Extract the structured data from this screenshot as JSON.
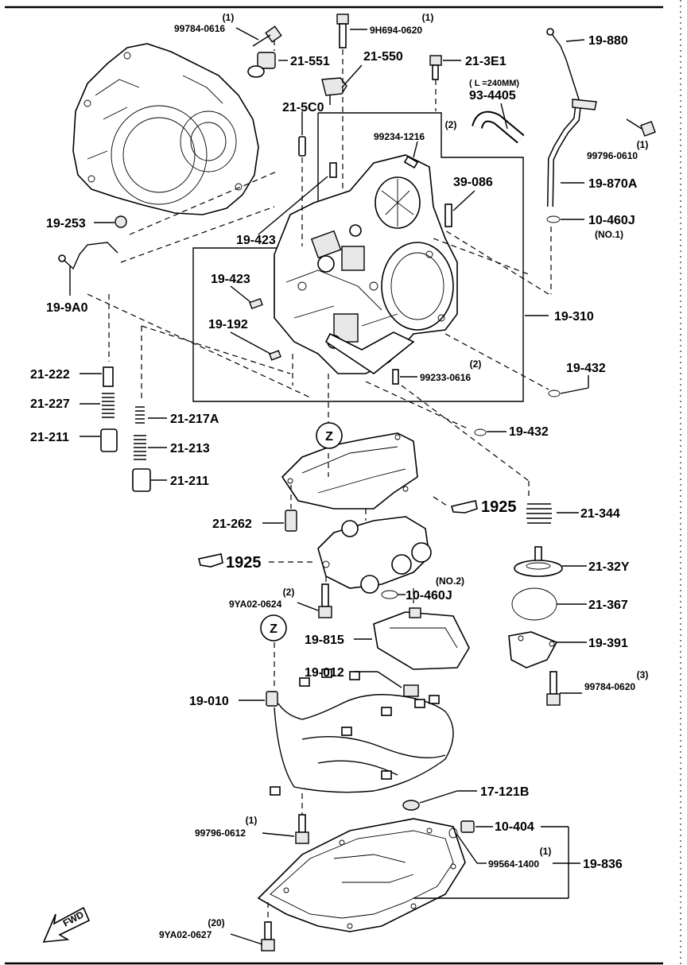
{
  "labels": {
    "l_99784_0616_qty": "(1)",
    "l_99784_0616": "99784-0616",
    "l_9h694_qty": "(1)",
    "l_9h694": "9H694-0620",
    "l_19_880": "19-880",
    "l_21_551": "21-551",
    "l_21_550": "21-550",
    "l_21_3e1": "21-3E1",
    "l_240mm": "( L =240MM)",
    "l_93_4405": "93-4405",
    "l_21_5c0": "21-5C0",
    "l_99234_qty": "(2)",
    "l_99234": "99234-1216",
    "l_99796_0610": "99796-0610",
    "l_99796_0610_qty": "(1)",
    "l_39_086": "39-086",
    "l_19_870a": "19-870A",
    "l_19_253": "19-253",
    "l_10_460j_a": "10-460J",
    "l_no1": "(NO.1)",
    "l_19_423_a": "19-423",
    "l_19_9a0": "19-9A0",
    "l_19_423_b": "19-423",
    "l_19_310": "19-310",
    "l_19_192": "19-192",
    "l_21_222": "21-222",
    "l_19_432_a": "19-432",
    "l_99233_qty": "(2)",
    "l_99233": "99233-0616",
    "l_21_227": "21-227",
    "l_21_217a": "21-217A",
    "l_21_211_a": "21-211",
    "l_19_432_b": "19-432",
    "l_z_a": "Z",
    "l_21_213": "21-213",
    "l_21_211_b": "21-211",
    "l_1925_a": "1925",
    "l_21_344": "21-344",
    "l_21_262": "21-262",
    "l_1925_b": "1925",
    "l_21_32y": "21-32Y",
    "l_no2": "(NO.2)",
    "l_10_460j_b": "10-460J",
    "l_9ya02_0624_qty": "(2)",
    "l_9ya02_0624": "9YA02-0624",
    "l_21_367": "21-367",
    "l_19_815": "19-815",
    "l_19_391": "19-391",
    "l_19_012": "19-012",
    "l_99784_0620_qty": "(3)",
    "l_99784_0620": "99784-0620",
    "l_z_b": "Z",
    "l_19_010": "19-010",
    "l_17_121b": "17-121B",
    "l_99796_0612_qty": "(1)",
    "l_99796_0612": "99796-0612",
    "l_10_404": "10-404",
    "l_99564_qty": "(1)",
    "l_99564": "99564-1400",
    "l_19_836": "19-836",
    "l_9ya02_0627_qty": "(20)",
    "l_9ya02_0627": "9YA02-0627",
    "l_fwd": "FWD"
  }
}
